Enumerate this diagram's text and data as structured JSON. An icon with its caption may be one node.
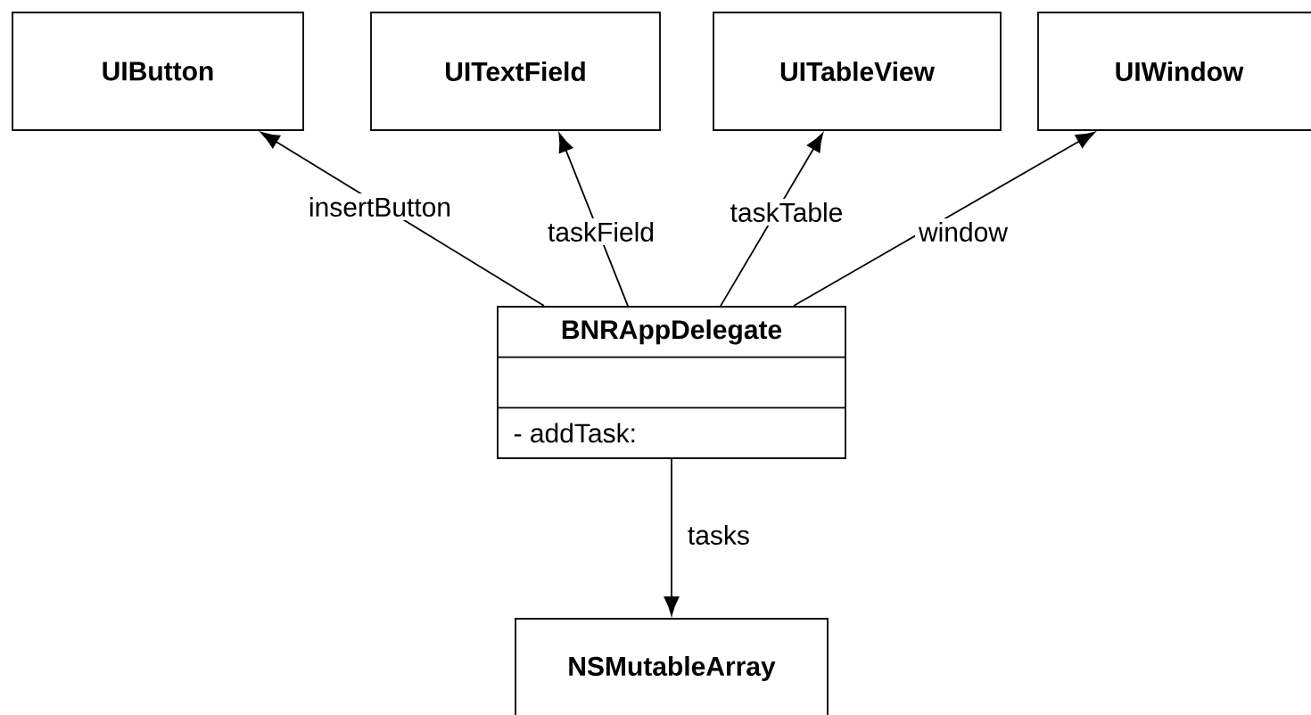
{
  "diagram": {
    "nodes": [
      {
        "text": [
          "UIButton"
        ]
      },
      {
        "text": [
          "UITextField"
        ]
      },
      {
        "text": [
          "UITableView"
        ]
      },
      {
        "text": [
          "UIWindow"
        ]
      },
      {
        "text": [
          "BNRAppDelegate",
          "- addTask:"
        ]
      },
      {
        "text": [
          "NSMutableArray"
        ]
      }
    ],
    "edges": [
      {
        "from": 4,
        "to": 0,
        "arrow": "to",
        "label": "insertButton"
      },
      {
        "from": 4,
        "to": 1,
        "arrow": "to",
        "label": "taskField"
      },
      {
        "from": 4,
        "to": 2,
        "arrow": "to",
        "label": "taskTable"
      },
      {
        "from": 4,
        "to": 3,
        "arrow": "to",
        "label": "window"
      },
      {
        "from": 4,
        "to": 5,
        "arrow": "to",
        "label": "tasks"
      }
    ]
  }
}
